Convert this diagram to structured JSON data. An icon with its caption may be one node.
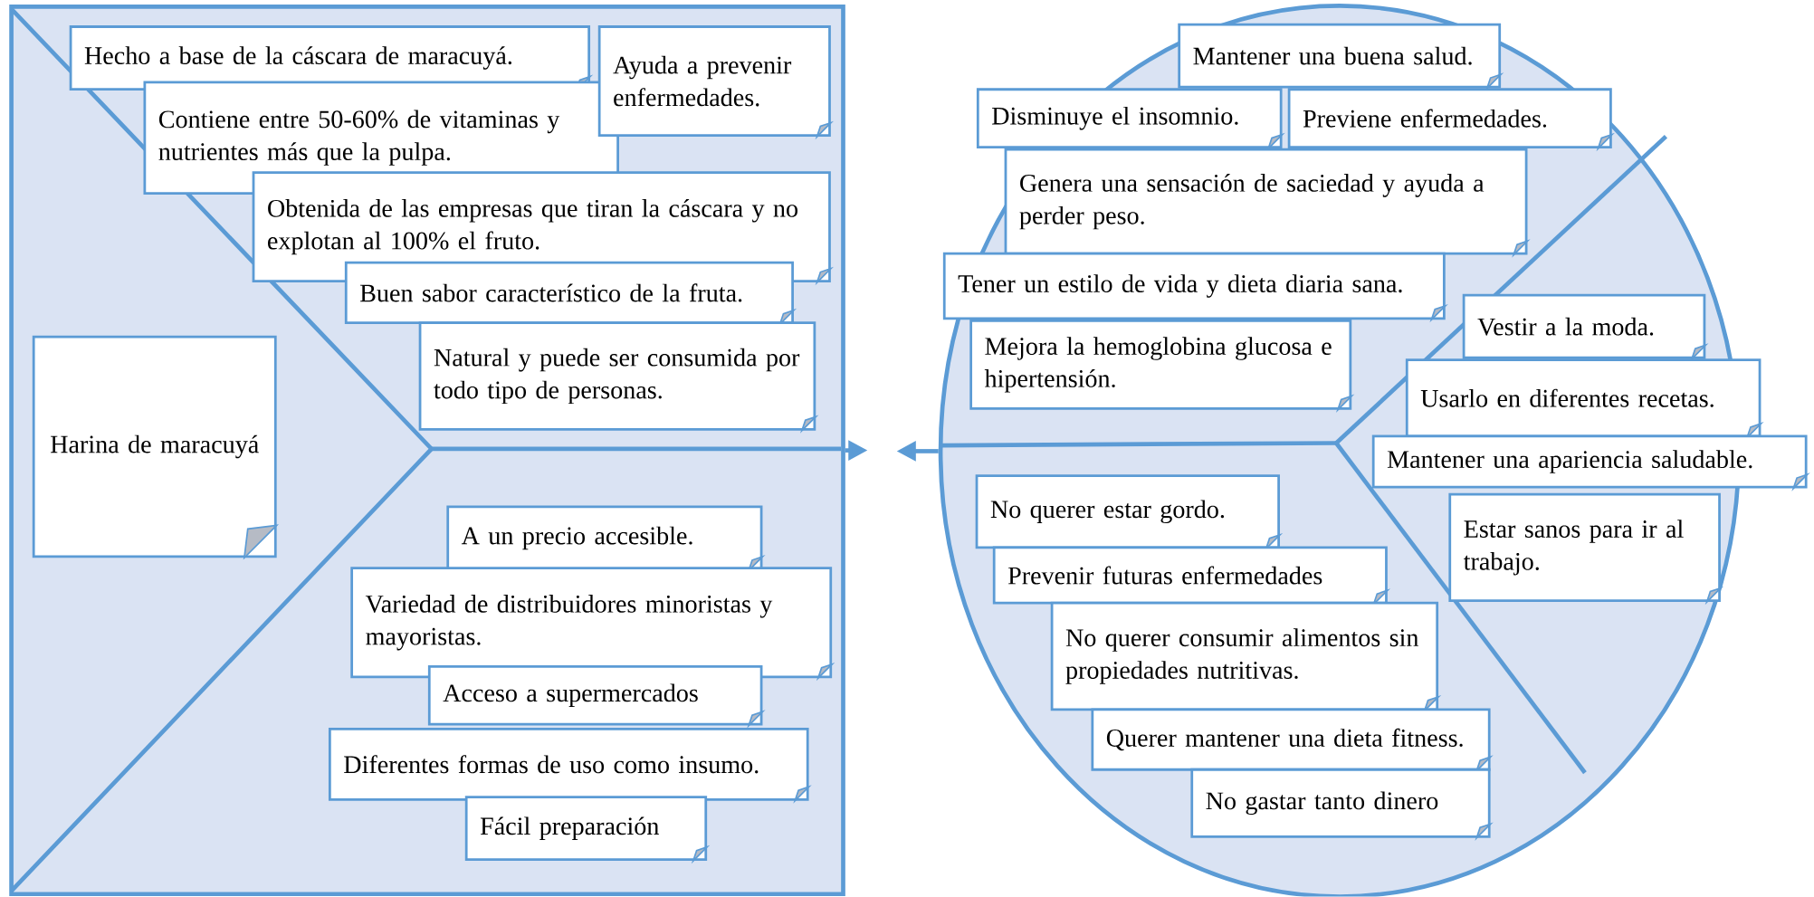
{
  "diagram": {
    "nodes": [
      {
        "text": [],
        "shape": "box"
      },
      {
        "text": [
          "Hecho a base de la cáscara de maracuyá."
        ],
        "in": 0
      },
      {
        "text": [
          "Ayuda a prevenir enfermedades."
        ],
        "in": 0
      },
      {
        "text": [
          "Contiene entre 50-60% de vitaminas y nutrientes más que la pulpa."
        ],
        "in": 0
      },
      {
        "text": [
          "Obtenida de las empresas que tiran la cáscara y no explotan al 100% el fruto."
        ],
        "in": 0
      },
      {
        "text": [
          "Buen sabor característico de la fruta."
        ],
        "in": 0
      },
      {
        "text": [
          "Natural y puede ser consumida por todo tipo de personas."
        ],
        "in": 0
      },
      {
        "text": [
          "Harina de maracuyá"
        ],
        "in": 0
      },
      {
        "text": [
          "A un precio accesible."
        ],
        "in": 0
      },
      {
        "text": [
          "Variedad de distribuidores minoristas y mayoristas."
        ],
        "in": 0
      },
      {
        "text": [
          "Acceso a supermercados"
        ],
        "in": 0
      },
      {
        "text": [
          "Diferentes formas de uso como insumo."
        ],
        "in": 0
      },
      {
        "text": [
          "Fácil preparación"
        ],
        "in": 0
      },
      {
        "text": [],
        "shape": "circle"
      },
      {
        "text": [
          "Mantener una buena salud."
        ],
        "in": 13
      },
      {
        "text": [
          "Disminuye el insomnio."
        ],
        "in": 13
      },
      {
        "text": [
          "Previene enfermedades."
        ],
        "in": 13
      },
      {
        "text": [
          "Genera una sensación de saciedad y ayuda a perder peso."
        ],
        "in": 13
      },
      {
        "text": [
          "Tener un estilo de vida y dieta diaria sana."
        ],
        "in": 13
      },
      {
        "text": [
          "Mejora la hemoglobina glucosa e hipertensión."
        ],
        "in": 13
      },
      {
        "text": [
          "Vestir a la moda."
        ],
        "in": 13
      },
      {
        "text": [
          "Usarlo en diferentes recetas."
        ]
      },
      {
        "text": [
          "Mantener una apariencia saludable."
        ]
      },
      {
        "text": [
          "Estar sanos para ir al trabajo."
        ],
        "in": 13
      },
      {
        "text": [
          "No querer estar gordo."
        ],
        "in": 13
      },
      {
        "text": [
          "Prevenir futuras enfermedades"
        ],
        "in": 13
      },
      {
        "text": [
          "No querer consumir alimentos sin propiedades nutritivas."
        ],
        "in": 13
      },
      {
        "text": [
          "Querer mantener una dieta fitness."
        ],
        "in": 13
      },
      {
        "text": [
          "No gastar tanto dinero"
        ],
        "in": 13
      }
    ],
    "edges": [
      {
        "from": 0,
        "to": null,
        "arrow": "to"
      },
      {
        "from": 13,
        "to": null,
        "arrow": "to"
      }
    ]
  }
}
